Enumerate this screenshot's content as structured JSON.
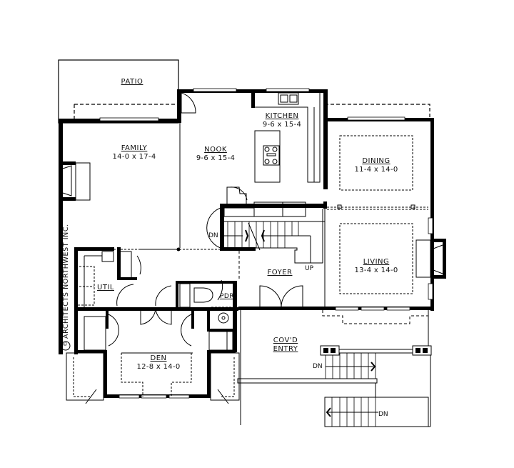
{
  "plan": {
    "copyright": "ARCHITECTS NORTHWEST INC.",
    "copyright_symbol": "©",
    "rooms": {
      "patio": {
        "name": "PATIO"
      },
      "family": {
        "name": "FAMILY",
        "dims": "14-0 x 17-4"
      },
      "nook": {
        "name": "NOOK",
        "dims": "9-6 x 15-4"
      },
      "kitchen": {
        "name": "KITCHEN",
        "dims": "9-6 x 15-4"
      },
      "dining": {
        "name": "DINING",
        "dims": "11-4 x 14-0"
      },
      "living": {
        "name": "LIVING",
        "dims": "13-4 x 14-0"
      },
      "foyer": {
        "name": "FOYER"
      },
      "util": {
        "name": "UTIL"
      },
      "pdr": {
        "name": "PDR"
      },
      "den": {
        "name": "DEN",
        "dims": "12-8 x 14-0"
      },
      "covd_entry": {
        "name_line1": "COV'D",
        "name_line2": "ENTRY"
      }
    },
    "stair_labels": {
      "interior_down": "DN",
      "interior_up": "UP",
      "entry_down_upper": "DN",
      "entry_down_lower": "DN"
    },
    "colors": {
      "line": "#000000",
      "background": "#ffffff"
    }
  }
}
